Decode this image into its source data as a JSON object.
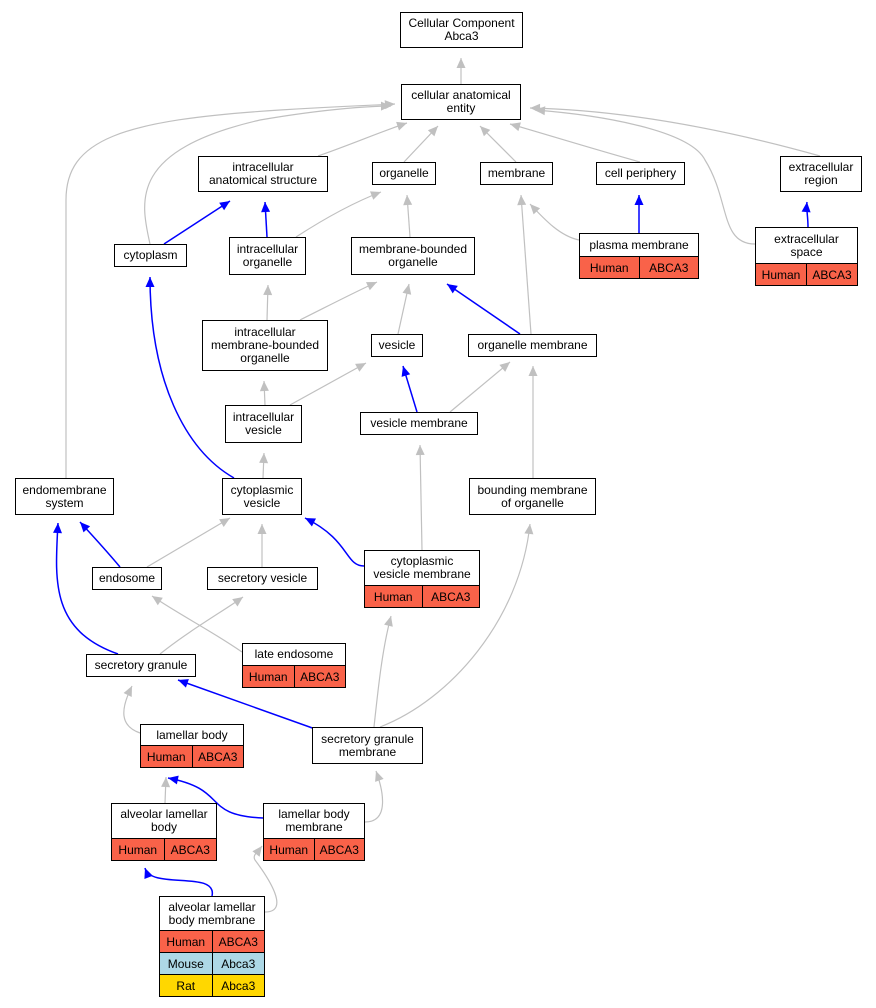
{
  "colors": {
    "is_a": "#c0c0c0",
    "part_of": "#0000ff",
    "human": "#f96249",
    "mouse": "#add8e6",
    "rat": "#ffd700"
  },
  "nodes": {
    "root": {
      "label": "Cellular Component\nAbca3"
    },
    "cae": {
      "label": "cellular anatomical\nentity"
    },
    "ias": {
      "label": "intracellular\nanatomical structure"
    },
    "organelle": {
      "label": "organelle"
    },
    "membrane": {
      "label": "membrane"
    },
    "cellperiphery": {
      "label": "cell periphery"
    },
    "extracellularregion": {
      "label": "extracellular\nregion"
    },
    "cytoplasm": {
      "label": "cytoplasm"
    },
    "intracellularorganelle": {
      "label": "intracellular\norganelle"
    },
    "mbo": {
      "label": "membrane-bounded\norganelle"
    },
    "plasmamembrane": {
      "label": "plasma membrane",
      "annotations": [
        {
          "species": "Human",
          "gene": "ABCA3"
        }
      ]
    },
    "extracellularspace": {
      "label": "extracellular\nspace",
      "annotations": [
        {
          "species": "Human",
          "gene": "ABCA3"
        }
      ]
    },
    "imbo": {
      "label": "intracellular\nmembrane-bounded\norganelle"
    },
    "vesicle": {
      "label": "vesicle"
    },
    "organellemembrane": {
      "label": "organelle membrane"
    },
    "intracellularvesicle": {
      "label": "intracellular\nvesicle"
    },
    "vesiclemembrane": {
      "label": "vesicle membrane"
    },
    "endomembrane": {
      "label": "endomembrane\nsystem"
    },
    "cytoplasmicvesicle": {
      "label": "cytoplasmic\nvesicle"
    },
    "boundingmembrane": {
      "label": "bounding membrane\nof organelle"
    },
    "endosome": {
      "label": "endosome"
    },
    "secretoryvesicle": {
      "label": "secretory vesicle"
    },
    "cvm": {
      "label": "cytoplasmic\nvesicle membrane",
      "annotations": [
        {
          "species": "Human",
          "gene": "ABCA3"
        }
      ]
    },
    "lateendosome": {
      "label": "late endosome",
      "annotations": [
        {
          "species": "Human",
          "gene": "ABCA3"
        }
      ]
    },
    "secretorygranule": {
      "label": "secretory granule"
    },
    "lamellarbody": {
      "label": "lamellar body",
      "annotations": [
        {
          "species": "Human",
          "gene": "ABCA3"
        }
      ]
    },
    "sgm": {
      "label": "secretory granule\nmembrane"
    },
    "alb": {
      "label": "alveolar lamellar\nbody",
      "annotations": [
        {
          "species": "Human",
          "gene": "ABCA3"
        }
      ]
    },
    "lbm": {
      "label": "lamellar body\nmembrane",
      "annotations": [
        {
          "species": "Human",
          "gene": "ABCA3"
        }
      ]
    },
    "albm": {
      "label": "alveolar lamellar\nbody membrane",
      "annotations": [
        {
          "species": "Human",
          "gene": "ABCA3"
        },
        {
          "species": "Mouse",
          "gene": "Abca3"
        },
        {
          "species": "Rat",
          "gene": "Abca3"
        }
      ]
    }
  },
  "edges": [
    {
      "from": "cae",
      "to": "root",
      "type": "is_a"
    },
    {
      "from": "ias",
      "to": "cae",
      "type": "is_a"
    },
    {
      "from": "organelle",
      "to": "cae",
      "type": "is_a"
    },
    {
      "from": "membrane",
      "to": "cae",
      "type": "is_a"
    },
    {
      "from": "cellperiphery",
      "to": "cae",
      "type": "is_a"
    },
    {
      "from": "extracellularregion",
      "to": "cae",
      "type": "is_a"
    },
    {
      "from": "cytoplasm",
      "to": "cae",
      "type": "is_a"
    },
    {
      "from": "endomembrane",
      "to": "cae",
      "type": "is_a"
    },
    {
      "from": "extracellularspace",
      "to": "cae",
      "type": "is_a"
    },
    {
      "from": "cytoplasm",
      "to": "ias",
      "type": "part_of"
    },
    {
      "from": "intracellularorganelle",
      "to": "ias",
      "type": "part_of"
    },
    {
      "from": "intracellularorganelle",
      "to": "organelle",
      "type": "is_a"
    },
    {
      "from": "mbo",
      "to": "organelle",
      "type": "is_a"
    },
    {
      "from": "plasmamembrane",
      "to": "membrane",
      "type": "is_a"
    },
    {
      "from": "organellemembrane",
      "to": "membrane",
      "type": "is_a"
    },
    {
      "from": "plasmamembrane",
      "to": "cellperiphery",
      "type": "part_of"
    },
    {
      "from": "extracellularspace",
      "to": "extracellularregion",
      "type": "part_of"
    },
    {
      "from": "imbo",
      "to": "intracellularorganelle",
      "type": "is_a"
    },
    {
      "from": "imbo",
      "to": "mbo",
      "type": "is_a"
    },
    {
      "from": "vesicle",
      "to": "mbo",
      "type": "is_a"
    },
    {
      "from": "organellemembrane",
      "to": "mbo",
      "type": "part_of"
    },
    {
      "from": "intracellularvesicle",
      "to": "imbo",
      "type": "is_a"
    },
    {
      "from": "intracellularvesicle",
      "to": "vesicle",
      "type": "is_a"
    },
    {
      "from": "vesiclemembrane",
      "to": "vesicle",
      "type": "part_of"
    },
    {
      "from": "vesiclemembrane",
      "to": "organellemembrane",
      "type": "is_a"
    },
    {
      "from": "boundingmembrane",
      "to": "organellemembrane",
      "type": "is_a"
    },
    {
      "from": "cytoplasmicvesicle",
      "to": "intracellularvesicle",
      "type": "is_a"
    },
    {
      "from": "cytoplasmicvesicle",
      "to": "cytoplasm",
      "type": "part_of"
    },
    {
      "from": "cvm",
      "to": "vesiclemembrane",
      "type": "is_a"
    },
    {
      "from": "cvm",
      "to": "cytoplasmicvesicle",
      "type": "part_of"
    },
    {
      "from": "endosome",
      "to": "cytoplasmicvesicle",
      "type": "is_a"
    },
    {
      "from": "secretoryvesicle",
      "to": "cytoplasmicvesicle",
      "type": "is_a"
    },
    {
      "from": "endosome",
      "to": "endomembrane",
      "type": "part_of"
    },
    {
      "from": "secretorygranule",
      "to": "endomembrane",
      "type": "part_of"
    },
    {
      "from": "lateendosome",
      "to": "endosome",
      "type": "is_a"
    },
    {
      "from": "secretorygranule",
      "to": "secretoryvesicle",
      "type": "is_a"
    },
    {
      "from": "sgm",
      "to": "cvm",
      "type": "is_a"
    },
    {
      "from": "sgm",
      "to": "boundingmembrane",
      "type": "is_a"
    },
    {
      "from": "sgm",
      "to": "secretorygranule",
      "type": "part_of"
    },
    {
      "from": "lamellarbody",
      "to": "secretorygranule",
      "type": "is_a"
    },
    {
      "from": "alb",
      "to": "lamellarbody",
      "type": "is_a"
    },
    {
      "from": "lbm",
      "to": "lamellarbody",
      "type": "part_of"
    },
    {
      "from": "lbm",
      "to": "sgm",
      "type": "is_a"
    },
    {
      "from": "albm",
      "to": "alb",
      "type": "part_of"
    },
    {
      "from": "albm",
      "to": "lbm",
      "type": "is_a"
    }
  ]
}
